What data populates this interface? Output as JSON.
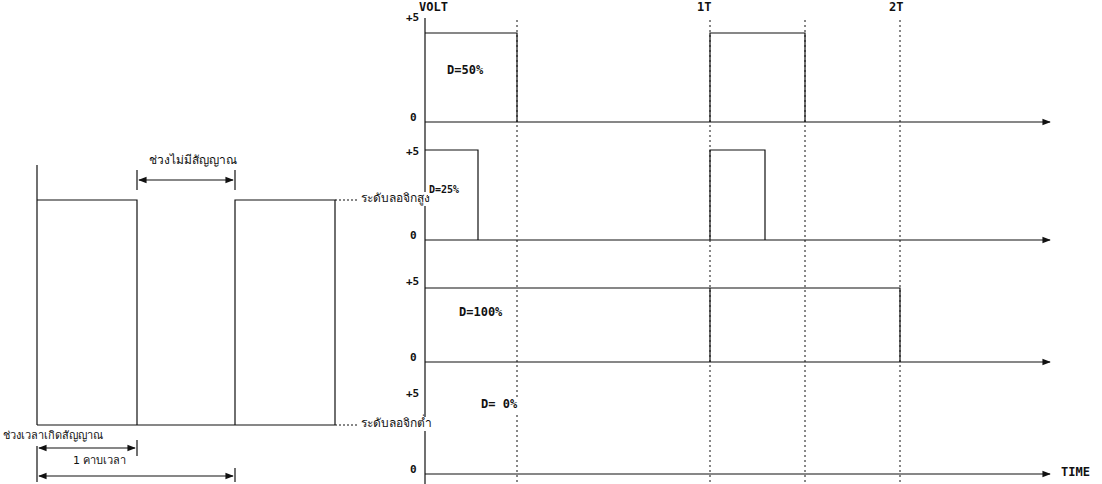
{
  "diagram": {
    "labels": [
      "ช่วงไม่มีสัญญาณ",
      "ระดับลอจิกสูง",
      "ระดับลอจิกต่ำ",
      "ช่วงเวลาเกิดสัญญาณ",
      "1 คาบเวลา",
      "VOLT",
      "1T",
      "2T",
      "+5",
      "0",
      "D=50%",
      "+5",
      "0",
      "D=25%",
      "+5",
      "0",
      "D=100%",
      "+5",
      "0",
      "D= 0%",
      "TIME"
    ]
  }
}
